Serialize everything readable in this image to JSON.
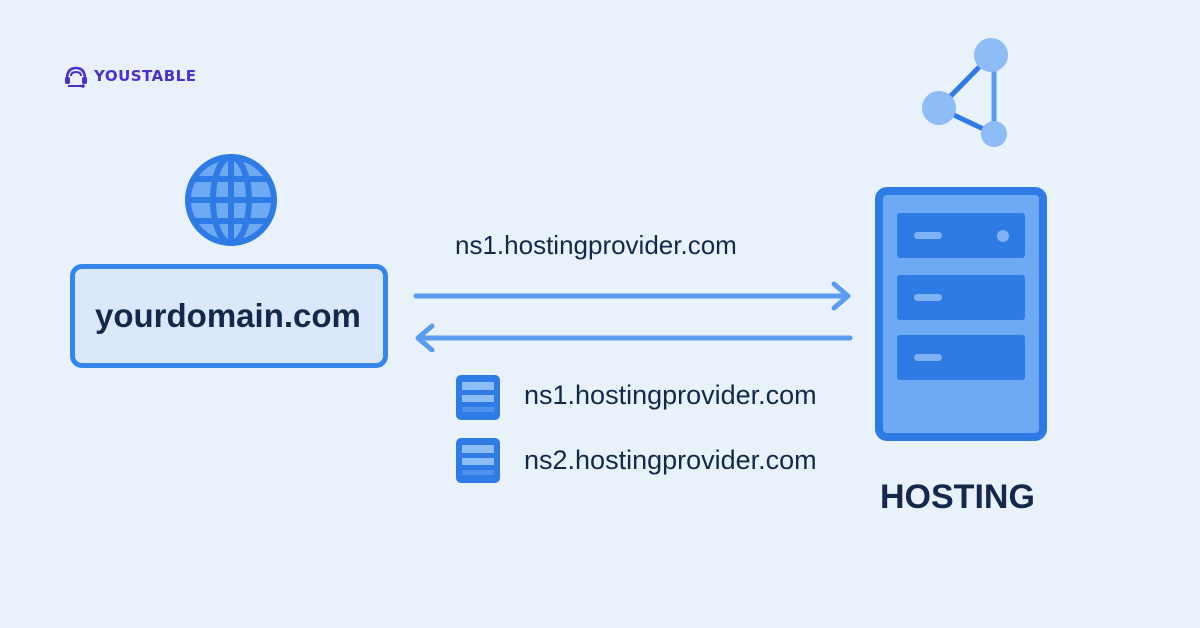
{
  "logo": {
    "text": "YOUSTABLE"
  },
  "domain": {
    "name": "yourdomain.com"
  },
  "flow": {
    "request_label": "ns1.hostingprovider.com"
  },
  "nameservers": [
    {
      "label": "ns1.hostingprovider.com"
    },
    {
      "label": "ns2.hostingprovider.com"
    }
  ],
  "hosting": {
    "label": "HOSTING"
  },
  "colors": {
    "background": "#e9f1fb",
    "primary": "#2f7be6",
    "light": "#6ea9f3",
    "text": "#13284a",
    "brand": "#4a2fd1"
  },
  "icons": [
    "logo-icon",
    "globe-icon",
    "arrow-right-icon",
    "arrow-left-icon",
    "server-list-icon",
    "network-icon",
    "server-icon"
  ]
}
